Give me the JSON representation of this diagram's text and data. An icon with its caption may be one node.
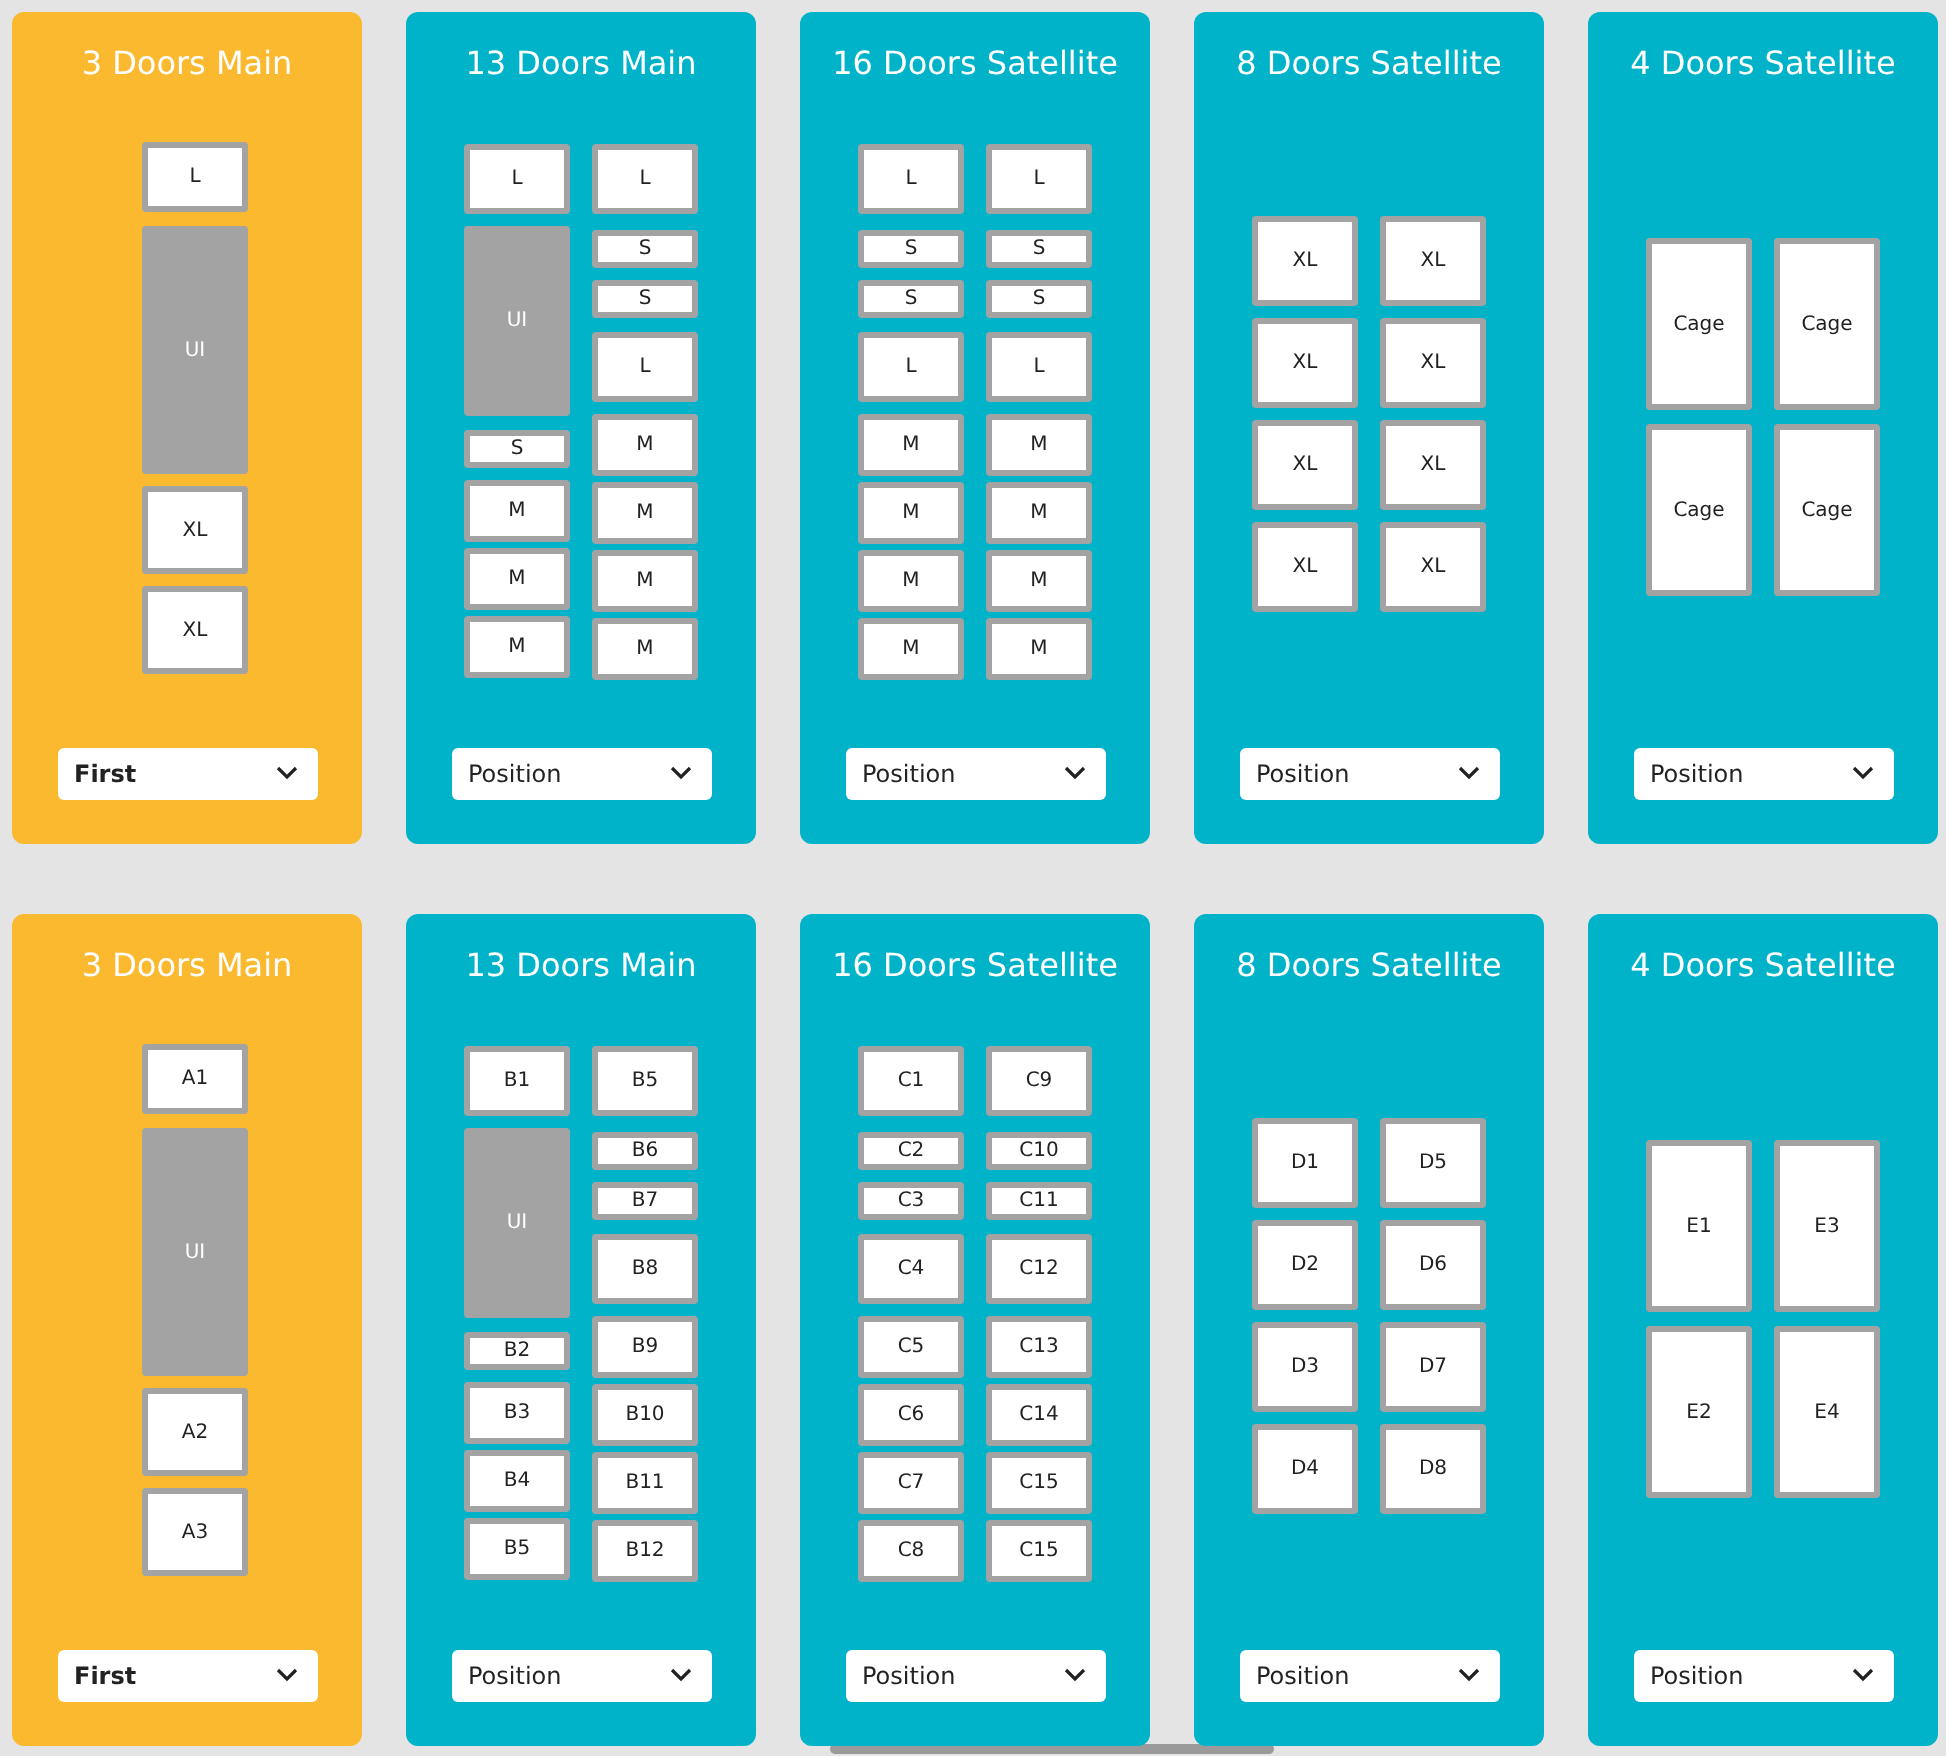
{
  "diagram": {
    "nodes": [
      {
        "text": [
          "3 Doors Main"
        ]
      },
      {
        "text": [
          "L"
        ],
        "in": 0
      },
      {
        "text": [
          "UI"
        ],
        "in": 0
      },
      {
        "text": [
          "XL"
        ],
        "in": 0
      },
      {
        "text": [
          "XL"
        ],
        "in": 0
      },
      {
        "text": [
          "First"
        ],
        "in": 0
      },
      {
        "text": [
          "13 Doors Main"
        ]
      },
      {
        "text": [
          "L"
        ],
        "in": 6
      },
      {
        "text": [
          "UI"
        ],
        "in": 6
      },
      {
        "text": [
          "S"
        ],
        "in": 6
      },
      {
        "text": [
          "M"
        ],
        "in": 6
      },
      {
        "text": [
          "M"
        ],
        "in": 6
      },
      {
        "text": [
          "M"
        ],
        "in": 6
      },
      {
        "text": [
          "L"
        ],
        "in": 6
      },
      {
        "text": [
          "S"
        ],
        "in": 6
      },
      {
        "text": [
          "S"
        ],
        "in": 6
      },
      {
        "text": [
          "L"
        ],
        "in": 6
      },
      {
        "text": [
          "M"
        ],
        "in": 6
      },
      {
        "text": [
          "M"
        ],
        "in": 6
      },
      {
        "text": [
          "M"
        ],
        "in": 6
      },
      {
        "text": [
          "M"
        ],
        "in": 6
      },
      {
        "text": [
          "Position"
        ],
        "in": 6
      },
      {
        "text": [
          "16 Doors Satellite"
        ]
      },
      {
        "text": [
          "L"
        ],
        "in": 22
      },
      {
        "text": [
          "S"
        ],
        "in": 22
      },
      {
        "text": [
          "S"
        ],
        "in": 22
      },
      {
        "text": [
          "L"
        ],
        "in": 22
      },
      {
        "text": [
          "M"
        ],
        "in": 22
      },
      {
        "text": [
          "M"
        ],
        "in": 22
      },
      {
        "text": [
          "M"
        ],
        "in": 22
      },
      {
        "text": [
          "M"
        ],
        "in": 22
      },
      {
        "text": [
          "L"
        ],
        "in": 22
      },
      {
        "text": [
          "S"
        ],
        "in": 22
      },
      {
        "text": [
          "S"
        ],
        "in": 22
      },
      {
        "text": [
          "L"
        ],
        "in": 22
      },
      {
        "text": [
          "M"
        ],
        "in": 22
      },
      {
        "text": [
          "M"
        ],
        "in": 22
      },
      {
        "text": [
          "M"
        ],
        "in": 22
      },
      {
        "text": [
          "M"
        ],
        "in": 22
      },
      {
        "text": [
          "Position"
        ],
        "in": 22
      },
      {
        "text": [
          "8 Doors Satellite"
        ]
      },
      {
        "text": [
          "XL"
        ],
        "in": 40
      },
      {
        "text": [
          "XL"
        ],
        "in": 40
      },
      {
        "text": [
          "XL"
        ],
        "in": 40
      },
      {
        "text": [
          "XL"
        ],
        "in": 40
      },
      {
        "text": [
          "XL"
        ],
        "in": 40
      },
      {
        "text": [
          "XL"
        ],
        "in": 40
      },
      {
        "text": [
          "XL"
        ],
        "in": 40
      },
      {
        "text": [
          "XL"
        ],
        "in": 40
      },
      {
        "text": [
          "Position"
        ],
        "in": 40
      },
      {
        "text": [
          "4 Doors Satellite"
        ]
      },
      {
        "text": [
          "Cage"
        ],
        "in": 50
      },
      {
        "text": [
          "Cage"
        ],
        "in": 50
      },
      {
        "text": [
          "Cage"
        ],
        "in": 50
      },
      {
        "text": [
          "Cage"
        ],
        "in": 50
      },
      {
        "text": [
          "Position"
        ],
        "in": 50
      },
      {
        "text": [
          "3 Doors Main"
        ]
      },
      {
        "text": [
          "A1"
        ],
        "in": 56
      },
      {
        "text": [
          "UI"
        ],
        "in": 56
      },
      {
        "text": [
          "A2"
        ],
        "in": 56
      },
      {
        "text": [
          "A3"
        ],
        "in": 56
      },
      {
        "text": [
          "First"
        ],
        "in": 56
      },
      {
        "text": [
          "13 Doors Main"
        ]
      },
      {
        "text": [
          "B1"
        ],
        "in": 62
      },
      {
        "text": [
          "UI"
        ],
        "in": 62
      },
      {
        "text": [
          "B2"
        ],
        "in": 62
      },
      {
        "text": [
          "B3"
        ],
        "in": 62
      },
      {
        "text": [
          "B4"
        ],
        "in": 62
      },
      {
        "text": [
          "B5"
        ],
        "in": 62
      },
      {
        "text": [
          "B5"
        ],
        "in": 62
      },
      {
        "text": [
          "B6"
        ],
        "in": 62
      },
      {
        "text": [
          "B7"
        ],
        "in": 62
      },
      {
        "text": [
          "B8"
        ],
        "in": 62
      },
      {
        "text": [
          "B9"
        ],
        "in": 62
      },
      {
        "text": [
          "B10"
        ],
        "in": 62
      },
      {
        "text": [
          "B11"
        ],
        "in": 62
      },
      {
        "text": [
          "B12"
        ],
        "in": 62
      },
      {
        "text": [
          "Position"
        ],
        "in": 62
      },
      {
        "text": [
          "16 Doors Satellite"
        ]
      },
      {
        "text": [
          "C1"
        ],
        "in": 78
      },
      {
        "text": [
          "C2"
        ],
        "in": 78
      },
      {
        "text": [
          "C3"
        ],
        "in": 78
      },
      {
        "text": [
          "C4"
        ],
        "in": 78
      },
      {
        "text": [
          "C5"
        ],
        "in": 78
      },
      {
        "text": [
          "C6"
        ],
        "in": 78
      },
      {
        "text": [
          "C7"
        ],
        "in": 78
      },
      {
        "text": [
          "C8"
        ],
        "in": 78
      },
      {
        "text": [
          "C9"
        ],
        "in": 78
      },
      {
        "text": [
          "C10"
        ],
        "in": 78
      },
      {
        "text": [
          "C11"
        ],
        "in": 78
      },
      {
        "text": [
          "C12"
        ],
        "in": 78
      },
      {
        "text": [
          "C13"
        ],
        "in": 78
      },
      {
        "text": [
          "C14"
        ],
        "in": 78
      },
      {
        "text": [
          "C15"
        ],
        "in": 78
      },
      {
        "text": [
          "C15"
        ],
        "in": 78
      },
      {
        "text": [
          "Position"
        ],
        "in": 78
      },
      {
        "text": [
          "8 Doors Satellite"
        ]
      },
      {
        "text": [
          "D1"
        ],
        "in": 96
      },
      {
        "text": [
          "D2"
        ],
        "in": 96
      },
      {
        "text": [
          "D3"
        ],
        "in": 96
      },
      {
        "text": [
          "D4"
        ],
        "in": 96
      },
      {
        "text": [
          "D5"
        ],
        "in": 96
      },
      {
        "text": [
          "D6"
        ],
        "in": 96
      },
      {
        "text": [
          "D7"
        ],
        "in": 96
      },
      {
        "text": [
          "D8"
        ],
        "in": 96
      },
      {
        "text": [
          "Position"
        ],
        "in": 96
      },
      {
        "text": [
          "4 Doors Satellite"
        ]
      },
      {
        "text": [
          "E1"
        ],
        "in": 106
      },
      {
        "text": [
          "E2"
        ],
        "in": 106
      },
      {
        "text": [
          "E3"
        ],
        "in": 106
      },
      {
        "text": [
          "E4"
        ],
        "in": 106
      },
      {
        "text": [
          "Position"
        ],
        "in": 106
      }
    ]
  }
}
